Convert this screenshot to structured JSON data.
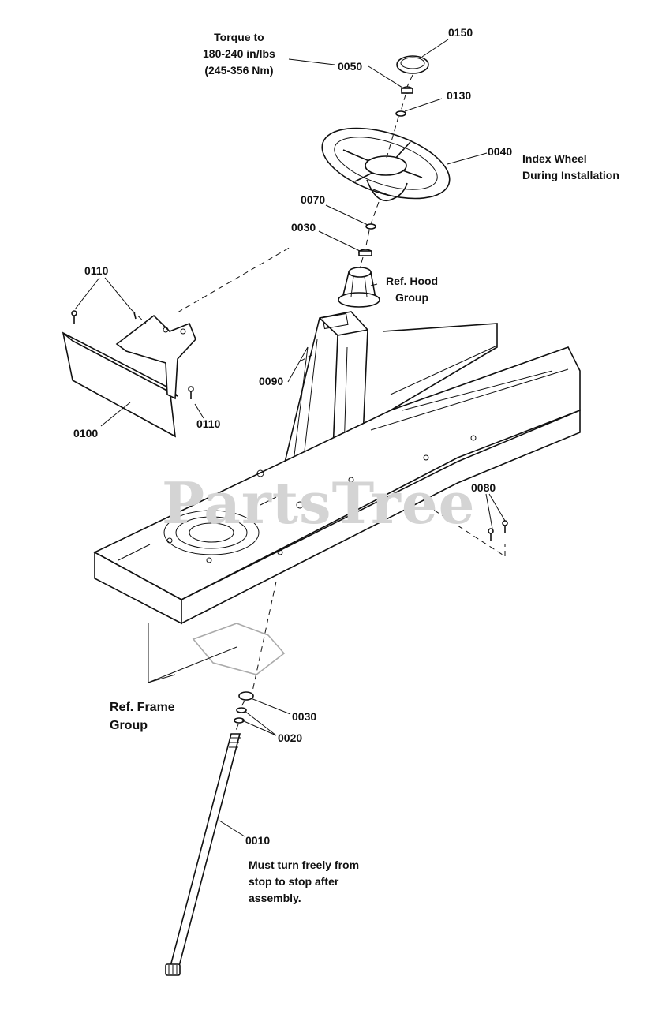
{
  "watermark": "PartsTree",
  "callouts": {
    "p0150": "0150",
    "p0050": "0050",
    "p0130": "0130",
    "p0040": "0040",
    "p0070": "0070",
    "p0030_top": "0030",
    "p0110_top": "0110",
    "p0110_bottom": "0110",
    "p0100": "0100",
    "p0090": "0090",
    "p0080": "0080",
    "p0030_bottom": "0030",
    "p0020": "0020",
    "p0010": "0010"
  },
  "notes": {
    "torque": [
      "Torque to",
      "180-240 in/lbs",
      "(245-356 Nm)"
    ],
    "index_wheel": [
      "Index Wheel",
      "During Installation"
    ],
    "ref_hood": [
      "Ref. Hood",
      "Group"
    ],
    "ref_frame": [
      "Ref. Frame",
      "Group"
    ],
    "must_turn": [
      "Must turn freely from",
      "stop to stop after",
      "assembly."
    ]
  }
}
